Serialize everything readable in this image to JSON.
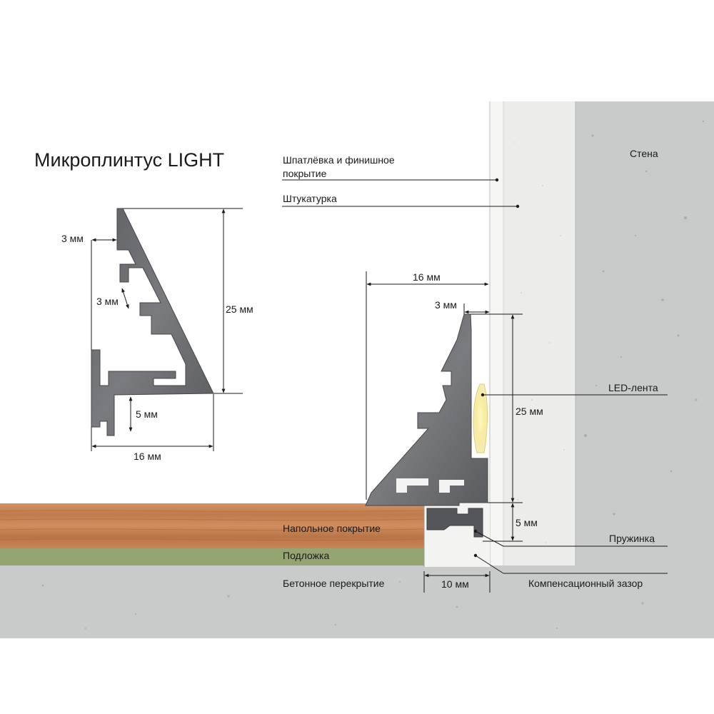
{
  "title": "Микроплинтус LIGHT",
  "labels": {
    "putty": [
      "Шпатлёвка и финишное",
      "покрытие"
    ],
    "plaster": "Штукатурка",
    "wall": "Стена",
    "led": "LED-лента",
    "spring": "Пружинка",
    "gap": "Компенсационный зазор",
    "floor_covering": "Напольное покрытие",
    "underlay": "Подложка",
    "slab": "Бетонное перекрытие"
  },
  "dimensions": {
    "small_top": "3 мм",
    "small_slot": "3 мм",
    "small_height": "25 мм",
    "small_foot": "5 мм",
    "small_width": "16 мм",
    "big_width": "16 мм",
    "big_top": "3 мм",
    "big_height": "25 мм",
    "big_foot": "5 мм",
    "gap_width": "10 мм"
  },
  "colors": {
    "concrete": "#c9cbcb",
    "plaster": "#ececea",
    "putty": "#f6f6f4",
    "wood": "#c8855a",
    "underlay": "#93a571",
    "profile": "#6f7073",
    "led": "#f4e7a0",
    "line": "#1a1a1a"
  }
}
